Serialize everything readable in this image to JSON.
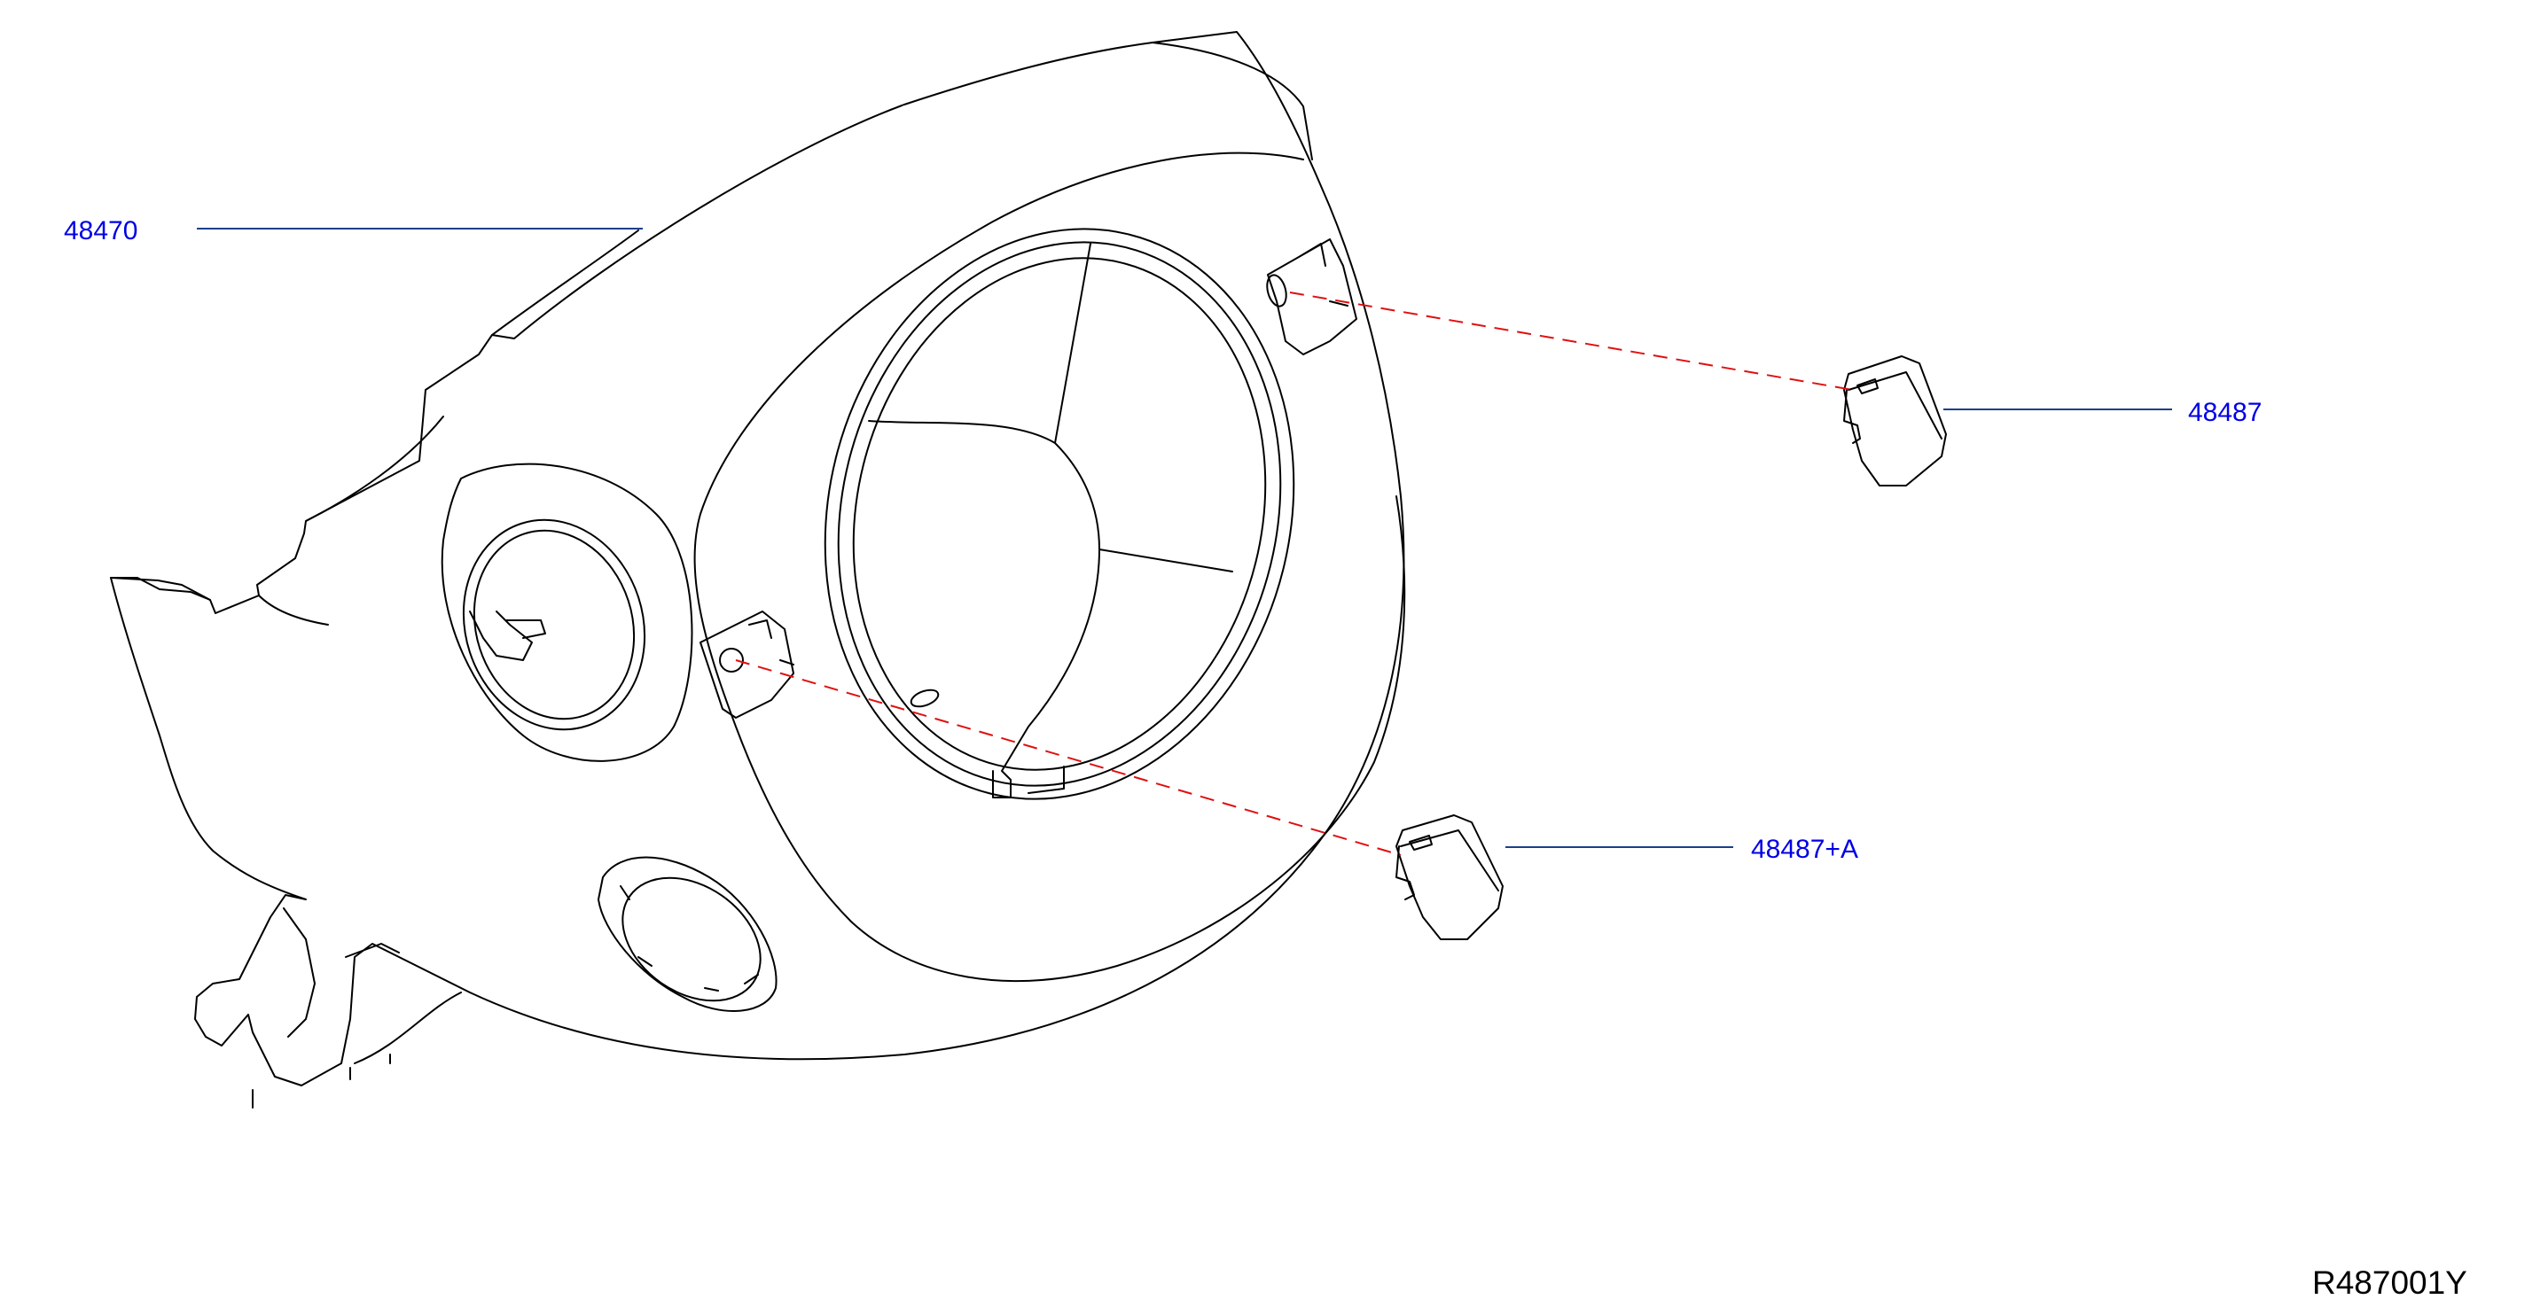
{
  "diagram": {
    "callouts": [
      {
        "id": "column-cover",
        "label": "48470"
      },
      {
        "id": "cap-upper",
        "label": "48487"
      },
      {
        "id": "cap-lower",
        "label": "48487+A"
      }
    ],
    "diagram_code": "R487001Y",
    "colors": {
      "label": "#0000e6",
      "leader": "#1a3f8a",
      "assembly_line": "#e01010",
      "outline": "#000000"
    }
  }
}
